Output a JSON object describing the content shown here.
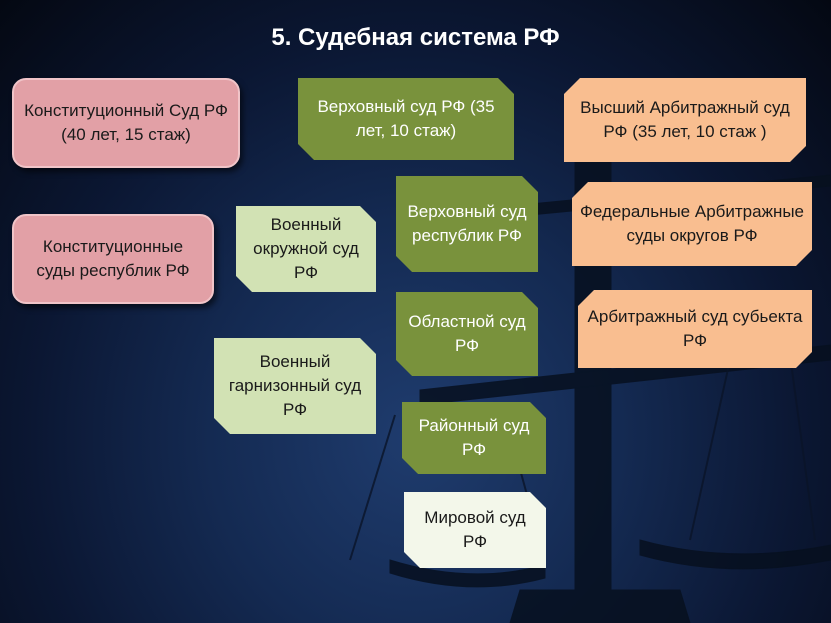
{
  "title": "5. Судебная система РФ",
  "boxes": {
    "const_rf": "Конституционный Суд РФ (40 лет, 15 стаж)",
    "supreme_rf": "Верховный суд РФ (35 лет, 10 стаж)",
    "higher_arb": "Высший Арбитражный суд РФ (35 лет, 10 стаж )",
    "supreme_rep": "Верховный суд республик РФ",
    "fed_arb_okr": "Федеральные Арбитражные суды округов РФ",
    "const_rep": "Конституционные суды республик РФ",
    "mil_okr": "Военный окружной суд РФ",
    "oblast": "Областной суд РФ",
    "arb_subject": "Арбитражный суд субьекта РФ",
    "mil_garn": "Военный гарнизонный суд РФ",
    "district": "Районный суд РФ",
    "magistrate": "Мировой суд РФ"
  },
  "colors": {
    "constitutional": "#e2a0a6",
    "general_courts": "#79923c",
    "military_courts": "#d2e2b4",
    "arbitration_courts": "#f9be90",
    "magistrate_court": "#f3f7ea",
    "background": "#142a52"
  }
}
